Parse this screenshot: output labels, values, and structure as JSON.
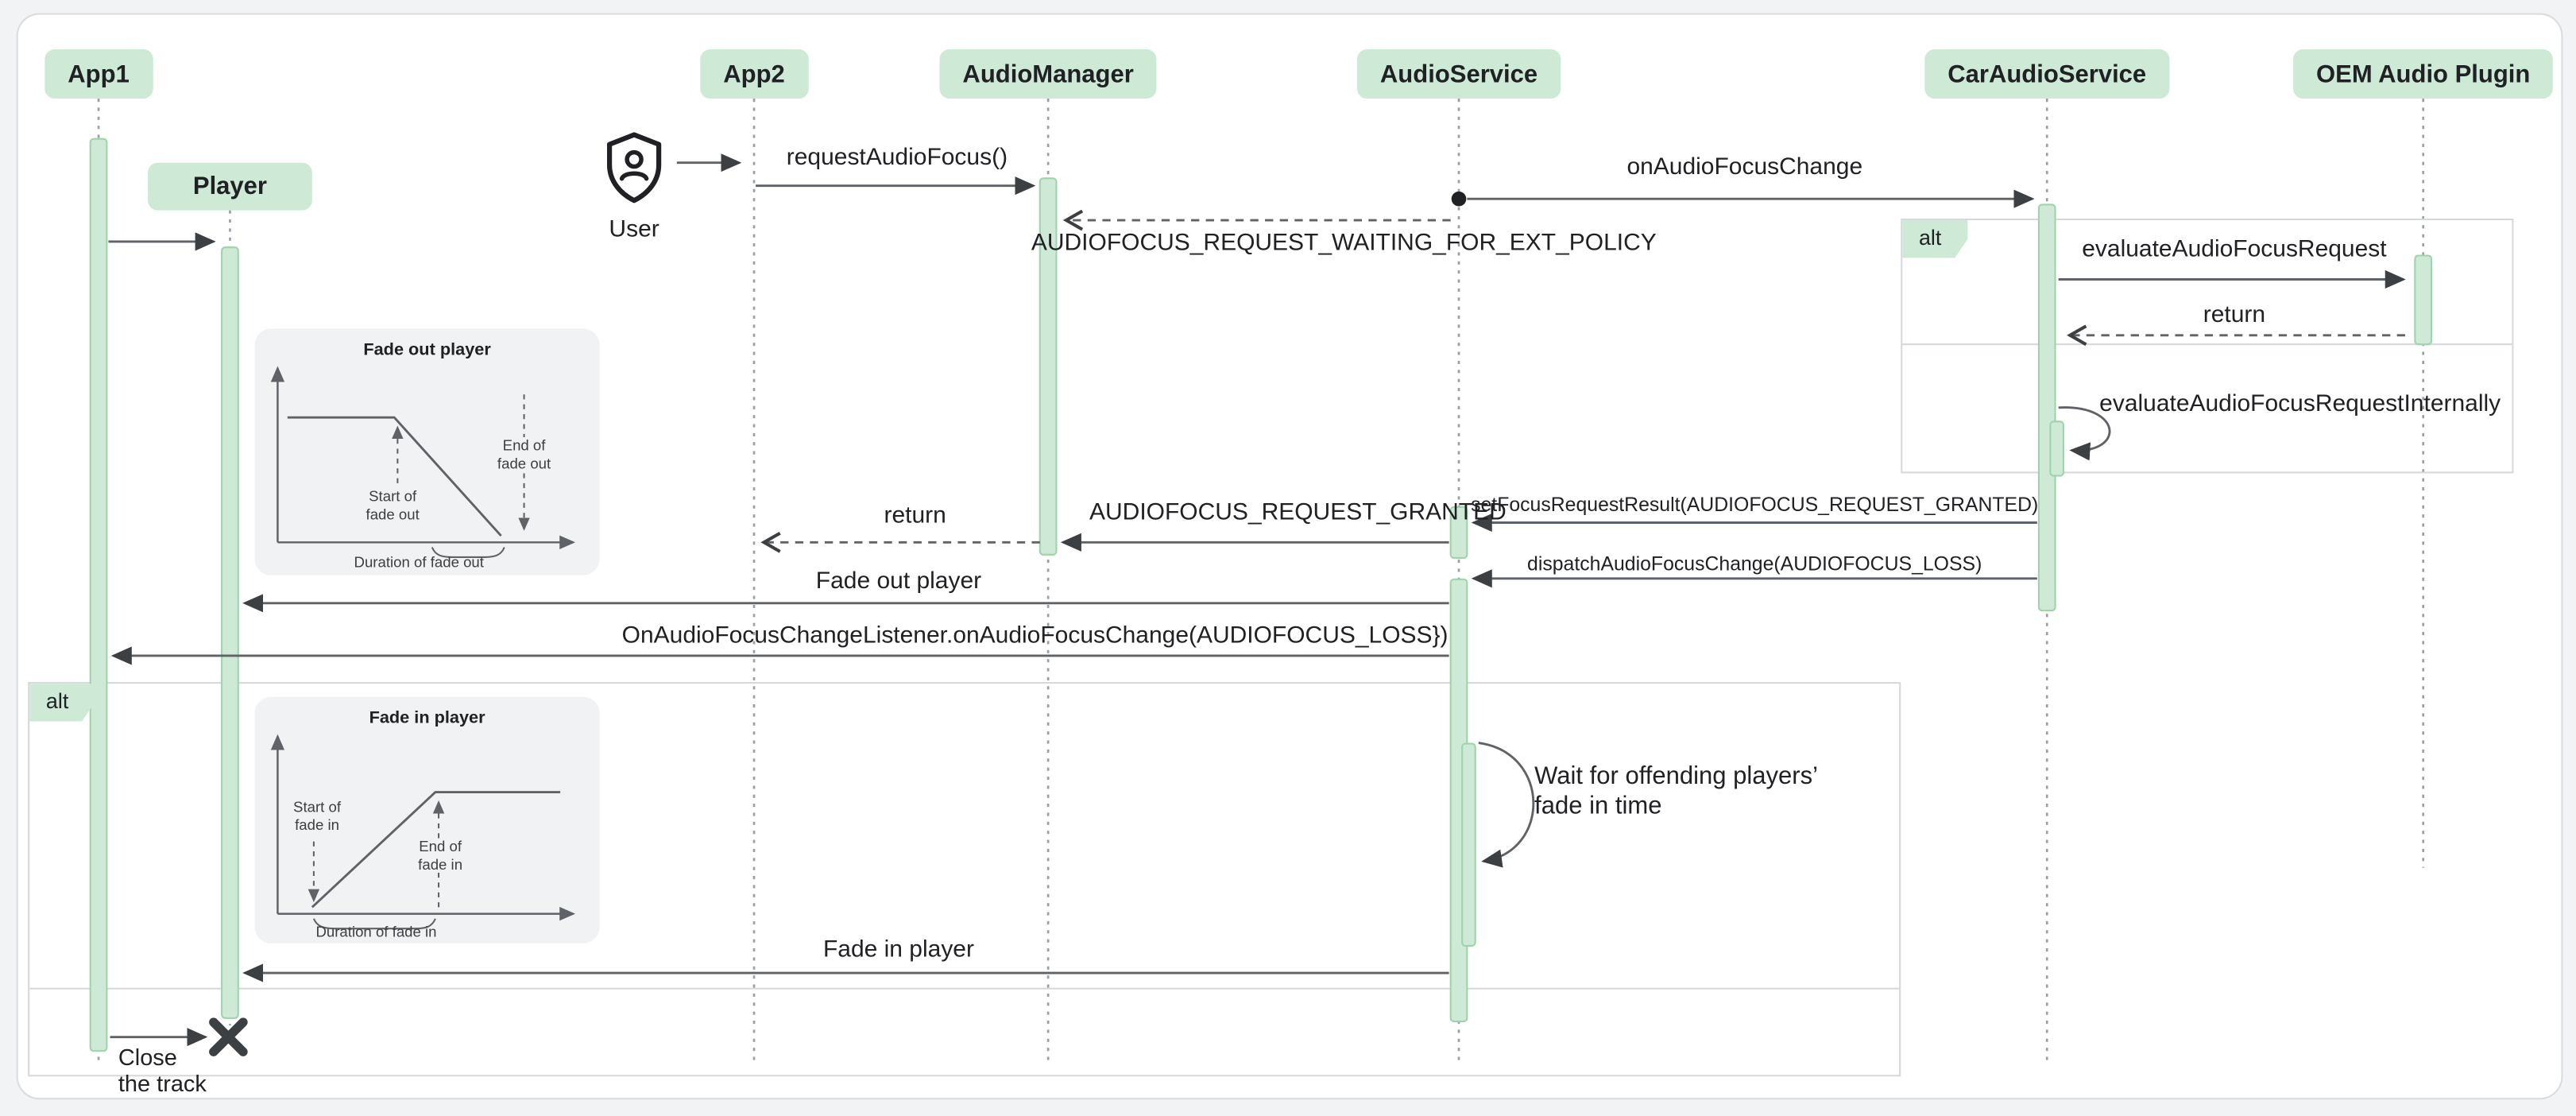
{
  "lifelines": [
    {
      "label": "App1"
    },
    {
      "label": "App2"
    },
    {
      "label": "AudioManager"
    },
    {
      "label": "AudioService"
    },
    {
      "label": "CarAudioService"
    },
    {
      "label": "OEM Audio Plugin"
    }
  ],
  "player": {
    "label": "Player"
  },
  "user": {
    "label": "User"
  },
  "fragments": {
    "right_alt": "alt",
    "left_alt": "alt"
  },
  "messages": {
    "request_audio_focus": "requestAudioFocus()",
    "on_audio_focus_change": "onAudioFocusChange",
    "waiting_for_ext_policy": "AUDIOFOCUS_REQUEST_WAITING_FOR_EXT_POLICY",
    "evaluate_audio_focus_request": "evaluateAudioFocusRequest",
    "return_from_oem": "return",
    "evaluate_internally": "evaluateAudioFocusRequestInternally",
    "set_focus_request_result": "setFocusRequestResult(AUDIOFOCUS_REQUEST_GRANTED)",
    "request_granted": "AUDIOFOCUS_REQUEST_GRANTED",
    "return_to_app2": "return",
    "dispatch_audio_focus_change": "dispatchAudioFocusChange(AUDIOFOCUS_LOSS)",
    "fade_out_player": "Fade out player",
    "on_audio_focus_change_listener": "OnAudioFocusChangeListener.onAudioFocusChange(AUDIOFOCUS_LOSS})",
    "wait_for_players": "Wait for offending players’\nfade in time",
    "fade_in_player": "Fade in player",
    "close_the_track": "Close\nthe track"
  },
  "fade_out_chart": {
    "title": "Fade out player",
    "start": "Start of\nfade out",
    "end": "End of\nfade out",
    "duration": "Duration of fade out"
  },
  "fade_in_chart": {
    "title": "Fade in player",
    "start": "Start of\nfade in",
    "end": "End of\nfade in",
    "duration": "Duration of fade in"
  },
  "colors": {
    "accent_green": "#ceead6",
    "line_gray": "#5f6368",
    "text": "#202124"
  }
}
